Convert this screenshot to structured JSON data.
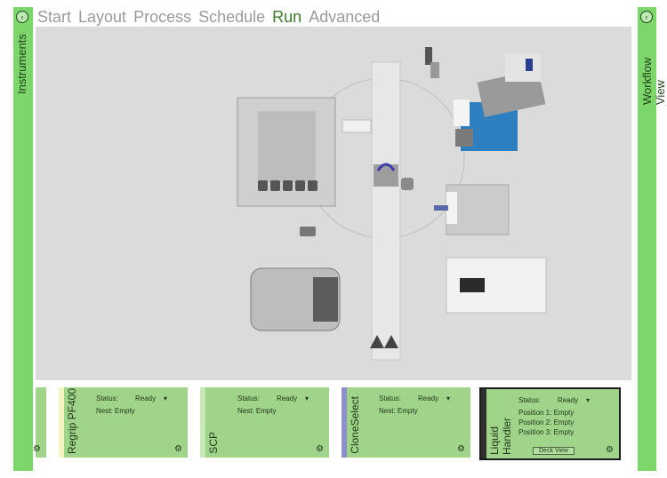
{
  "sidebars": {
    "left_label": "Instruments",
    "right_label": "Workflow View",
    "collapse_glyph": "‹"
  },
  "tabs": [
    {
      "label": "Start"
    },
    {
      "label": "Layout"
    },
    {
      "label": "Process"
    },
    {
      "label": "Schedule"
    },
    {
      "label": "Run",
      "active": true
    },
    {
      "label": "Advanced"
    }
  ],
  "instruments": [
    {
      "name": "",
      "status_label": "",
      "status_value": "",
      "lines": [],
      "accent": "#a0d48a"
    },
    {
      "name": "Regrip PF400",
      "status_label": "Status:",
      "status_value": "Ready",
      "lines": [
        "Nest: Empty"
      ],
      "accent": "#f4f4c0"
    },
    {
      "name": "SCP",
      "status_label": "Status:",
      "status_value": "Ready",
      "lines": [
        "Nest: Empty"
      ],
      "accent": "#c7e9b8"
    },
    {
      "name": "CloneSelect",
      "status_label": "Status:",
      "status_value": "Ready",
      "lines": [
        "Nest: Empty"
      ],
      "accent": "#8e8ec9"
    },
    {
      "name": "Liquid Handler",
      "status_label": "Status:",
      "status_value": "Ready",
      "lines": [
        "Position 1: Empty",
        "Position 2: Empty",
        "Position 3: Empty"
      ],
      "accent": "#2f2f2f",
      "button": "Deck View",
      "selected": true
    }
  ],
  "icons": {
    "dropdown": "▾",
    "gear": "⚙"
  }
}
